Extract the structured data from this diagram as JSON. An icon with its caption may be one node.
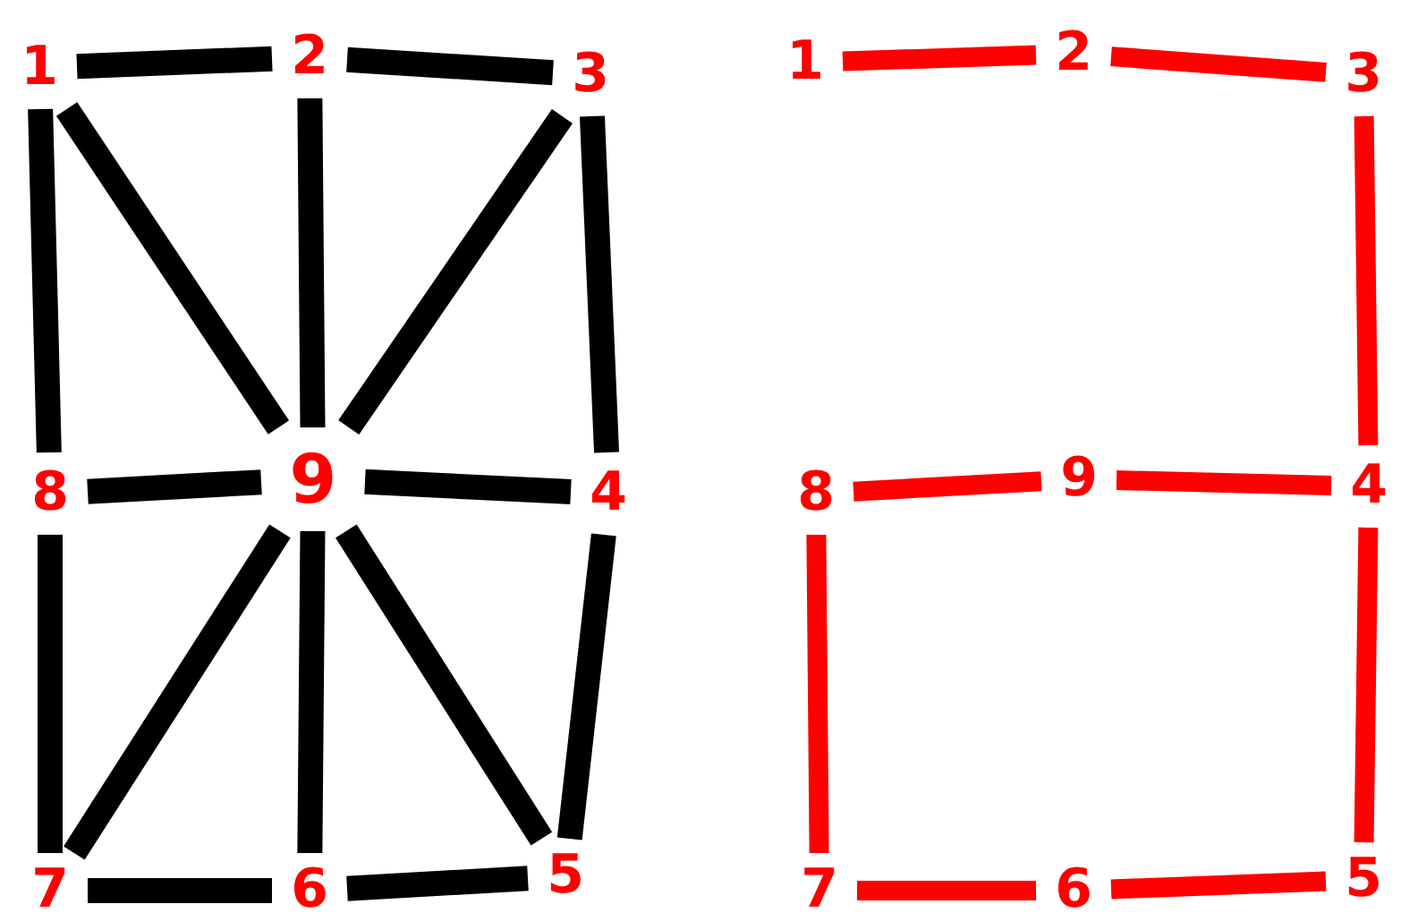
{
  "diagram": {
    "nodes": [
      {
        "text": [
          "1"
        ]
      },
      {
        "text": [
          "2"
        ]
      },
      {
        "text": [
          "3"
        ]
      },
      {
        "text": [
          "8"
        ]
      },
      {
        "text": [
          "9"
        ]
      },
      {
        "text": [
          "4"
        ]
      },
      {
        "text": [
          "7"
        ]
      },
      {
        "text": [
          "6"
        ]
      },
      {
        "text": [
          "5"
        ]
      },
      {
        "text": [
          "1"
        ]
      },
      {
        "text": [
          "2"
        ]
      },
      {
        "text": [
          "3"
        ]
      },
      {
        "text": [
          "8"
        ]
      },
      {
        "text": [
          "9"
        ]
      },
      {
        "text": [
          "4"
        ]
      },
      {
        "text": [
          "7"
        ]
      },
      {
        "text": [
          "6"
        ]
      },
      {
        "text": [
          "5"
        ]
      }
    ],
    "edges": [
      {
        "from": 0,
        "to": 1,
        "arrow": "none"
      },
      {
        "from": 1,
        "to": 2,
        "arrow": "none"
      },
      {
        "from": 0,
        "to": 3,
        "arrow": "none"
      },
      {
        "from": 0,
        "to": 4,
        "arrow": "none"
      },
      {
        "from": 1,
        "to": 4,
        "arrow": "none"
      },
      {
        "from": 2,
        "to": 4,
        "arrow": "none"
      },
      {
        "from": 2,
        "to": 5,
        "arrow": "none"
      },
      {
        "from": 3,
        "to": 4,
        "arrow": "none"
      },
      {
        "from": 4,
        "to": 5,
        "arrow": "none"
      },
      {
        "from": 3,
        "to": 6,
        "arrow": "none"
      },
      {
        "from": 4,
        "to": 6,
        "arrow": "none"
      },
      {
        "from": 4,
        "to": 7,
        "arrow": "none"
      },
      {
        "from": 4,
        "to": 8,
        "arrow": "none"
      },
      {
        "from": 5,
        "to": 8,
        "arrow": "none"
      },
      {
        "from": 6,
        "to": 7,
        "arrow": "none"
      },
      {
        "from": 7,
        "to": 8,
        "arrow": "none"
      },
      {
        "from": 9,
        "to": 10,
        "arrow": "none",
        "color": "#ff0000"
      },
      {
        "from": 10,
        "to": 11,
        "arrow": "none",
        "color": "#ff0000"
      },
      {
        "from": 11,
        "to": 14,
        "arrow": "none",
        "color": "#ff0000"
      },
      {
        "from": 12,
        "to": 13,
        "arrow": "none",
        "color": "#ff0000"
      },
      {
        "from": 13,
        "to": 14,
        "arrow": "none",
        "color": "#ff0000"
      },
      {
        "from": 12,
        "to": 15,
        "arrow": "none",
        "color": "#ff0000"
      },
      {
        "from": 14,
        "to": 17,
        "arrow": "none",
        "color": "#ff0000"
      },
      {
        "from": 15,
        "to": 16,
        "arrow": "none",
        "color": "#ff0000"
      },
      {
        "from": 16,
        "to": 17,
        "arrow": "none",
        "color": "#ff0000"
      }
    ]
  }
}
